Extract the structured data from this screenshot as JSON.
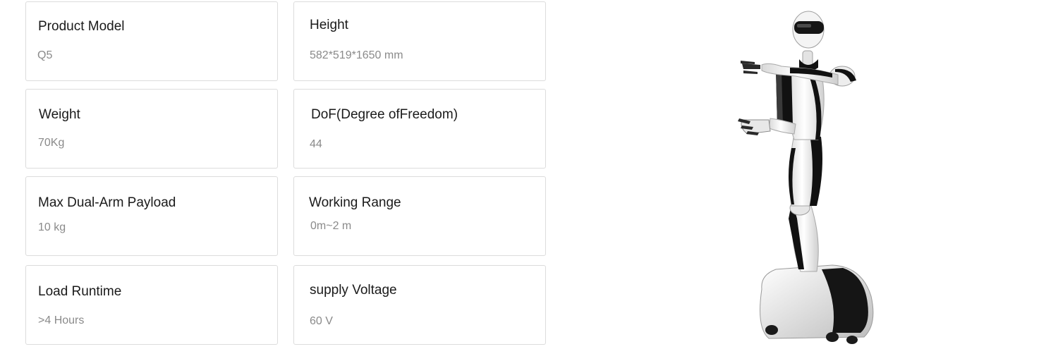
{
  "specs": [
    {
      "label": "Product Model",
      "value": "Q5"
    },
    {
      "label": "Height",
      "value": "582*519*1650 mm"
    },
    {
      "label": "Weight",
      "value": "70Kg"
    },
    {
      "label": "DoF(Degree ofFreedom)",
      "value": "44"
    },
    {
      "label": "Max Dual-Arm Payload",
      "value": "10 kg"
    },
    {
      "label": "Working Range",
      "value": "0m~2 m"
    },
    {
      "label": "Load Runtime",
      "value": ">4 Hours"
    },
    {
      "label": "supply Voltage",
      "value": "60 V"
    }
  ],
  "colors": {
    "card_border": "#dcdcdc",
    "label_text": "#1a1a1a",
    "value_text": "#8a8a8a",
    "robot_body": "#f2f2f2",
    "robot_accent": "#111111"
  }
}
